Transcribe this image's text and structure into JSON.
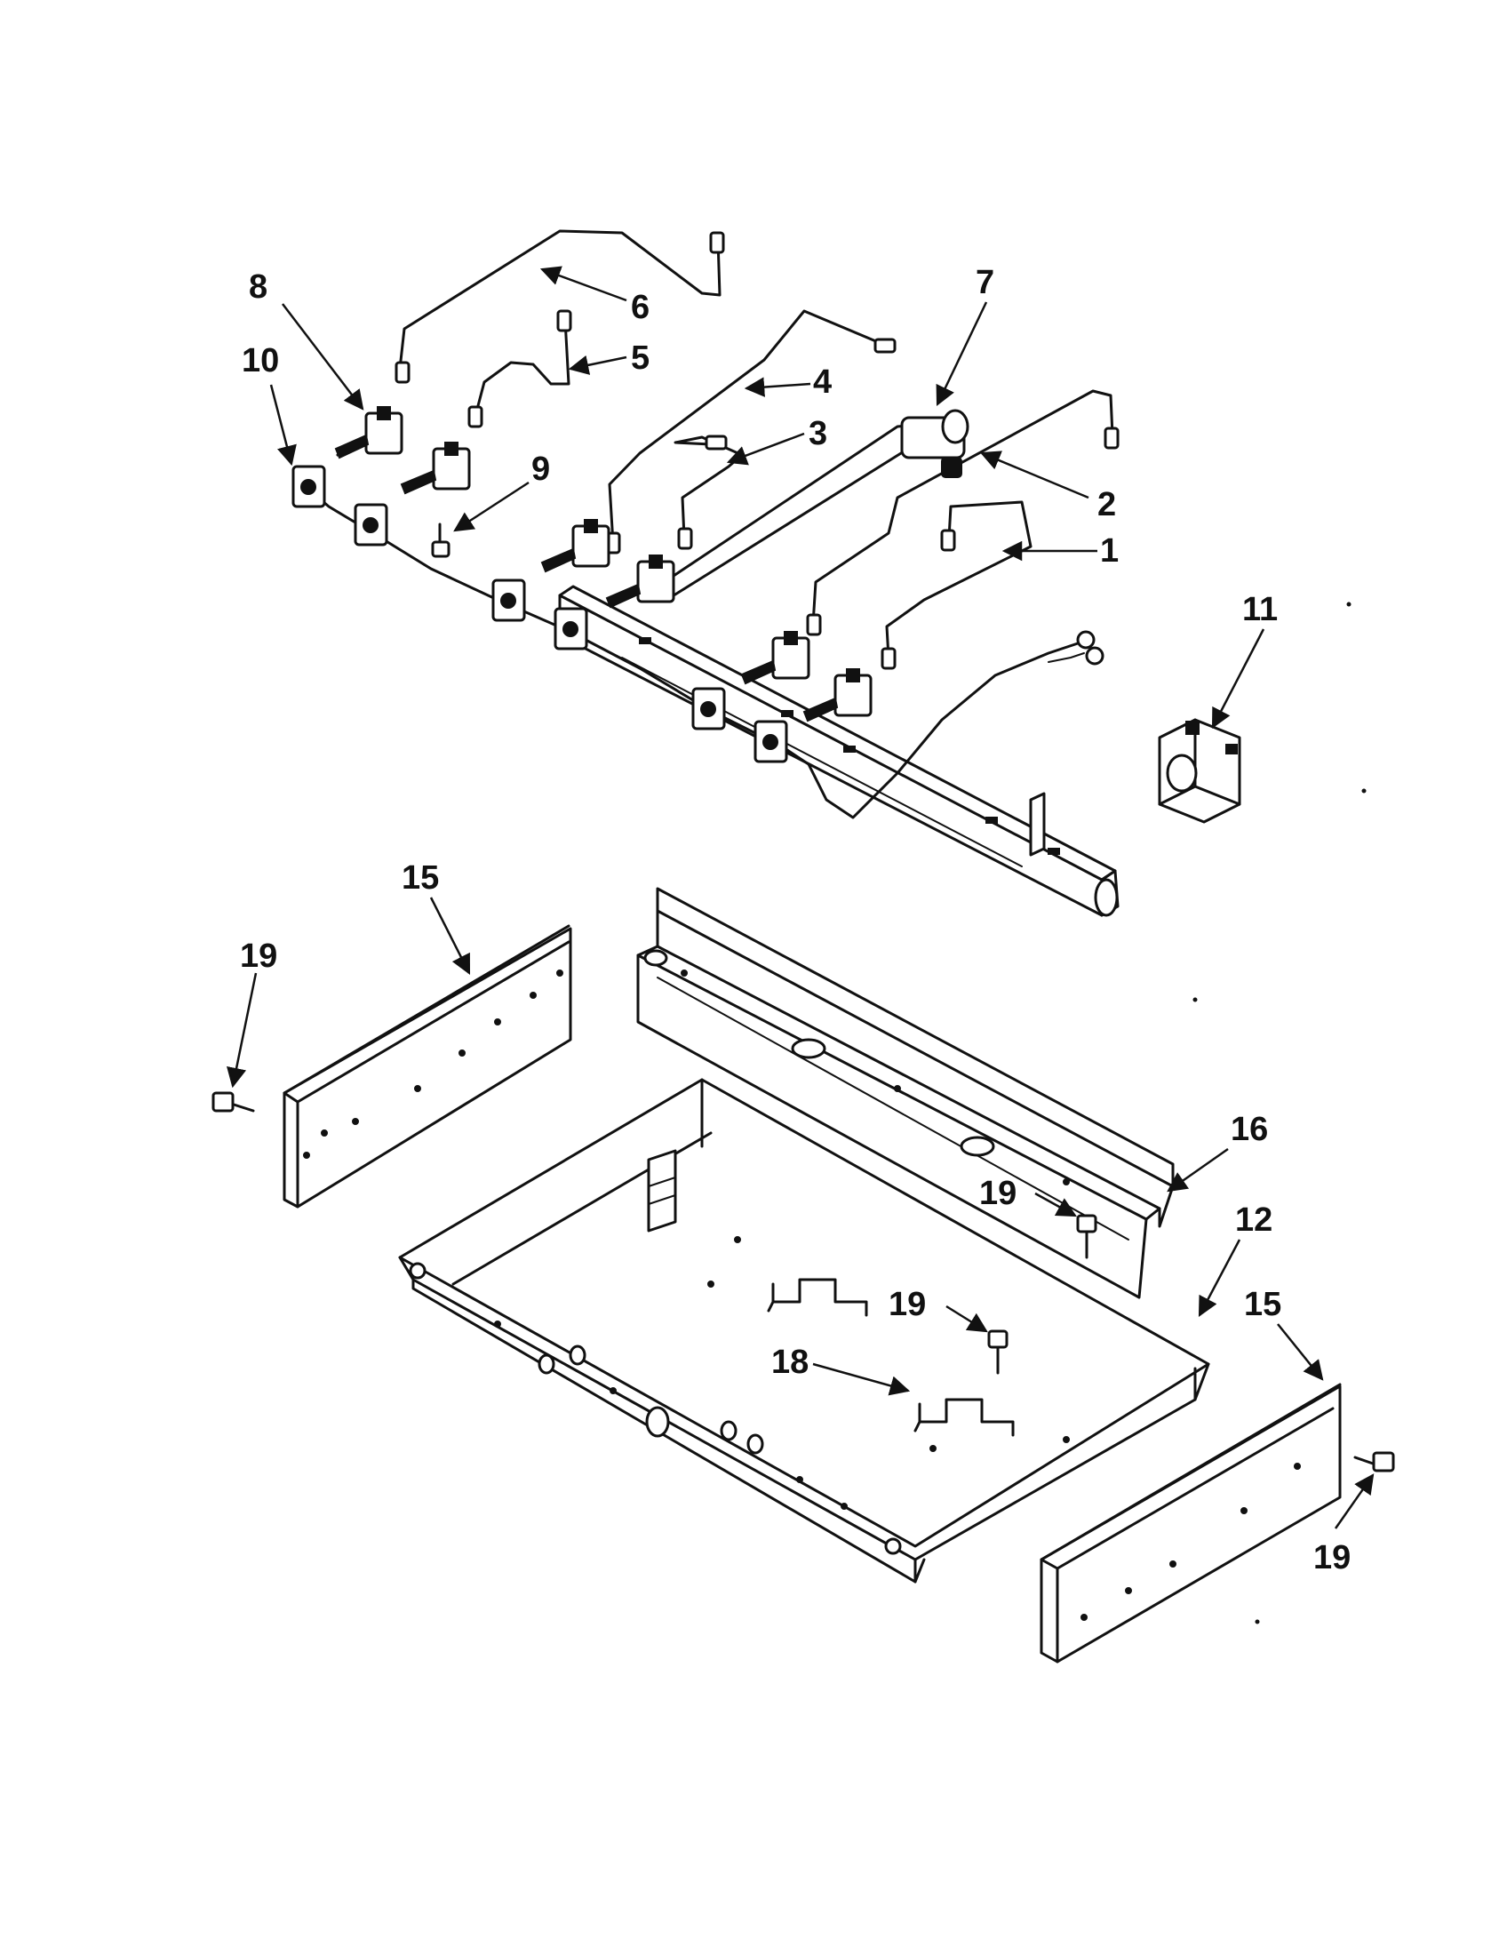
{
  "diagram": {
    "callouts": [
      {
        "id": "1",
        "label": "1"
      },
      {
        "id": "2",
        "label": "2"
      },
      {
        "id": "3",
        "label": "3"
      },
      {
        "id": "4",
        "label": "4"
      },
      {
        "id": "5",
        "label": "5"
      },
      {
        "id": "6",
        "label": "6"
      },
      {
        "id": "7",
        "label": "7"
      },
      {
        "id": "8",
        "label": "8"
      },
      {
        "id": "9",
        "label": "9"
      },
      {
        "id": "10",
        "label": "10"
      },
      {
        "id": "11",
        "label": "11"
      },
      {
        "id": "12",
        "label": "12"
      },
      {
        "id": "15a",
        "label": "15"
      },
      {
        "id": "15b",
        "label": "15"
      },
      {
        "id": "16",
        "label": "16"
      },
      {
        "id": "18",
        "label": "18"
      },
      {
        "id": "19a",
        "label": "19"
      },
      {
        "id": "19b",
        "label": "19"
      },
      {
        "id": "19c",
        "label": "19"
      },
      {
        "id": "19d",
        "label": "19"
      }
    ]
  }
}
